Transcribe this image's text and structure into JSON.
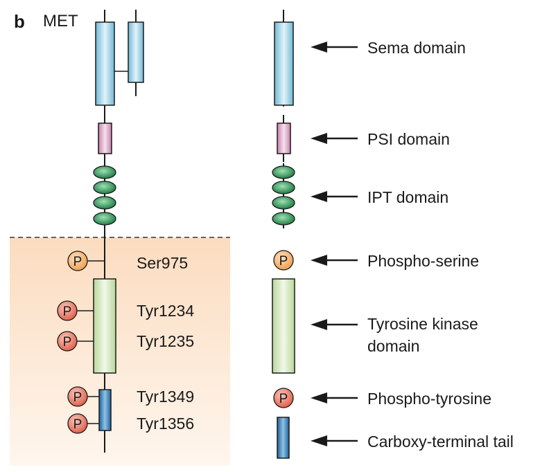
{
  "panel_letter": "b",
  "protein_name": "MET",
  "residues": {
    "ser975": "Ser975",
    "tyr1234": "Tyr1234",
    "tyr1235": "Tyr1235",
    "tyr1349": "Tyr1349",
    "tyr1356": "Tyr1356"
  },
  "phospho_mark": "P",
  "legend": {
    "sema": "Sema domain",
    "psi": "PSI domain",
    "ipt": "IPT domain",
    "phospho_serine": "Phospho-serine",
    "tk_line1": "Tyrosine kinase",
    "tk_line2": "domain",
    "phospho_tyrosine": "Phospho-tyrosine",
    "tail": "Carboxy-terminal tail"
  },
  "colors": {
    "sema_blue": "#9fd3e6",
    "psi_pink": "#d9a6c4",
    "ipt_green": "#2f9a5a",
    "kinase_green": "#dcebc6",
    "tail_blue": "#3f7fb8",
    "phospho_serine_orange": "#f2a55e",
    "phospho_tyrosine_red": "#e46a57",
    "cytoplasm_peach": "#fbe0c6"
  }
}
